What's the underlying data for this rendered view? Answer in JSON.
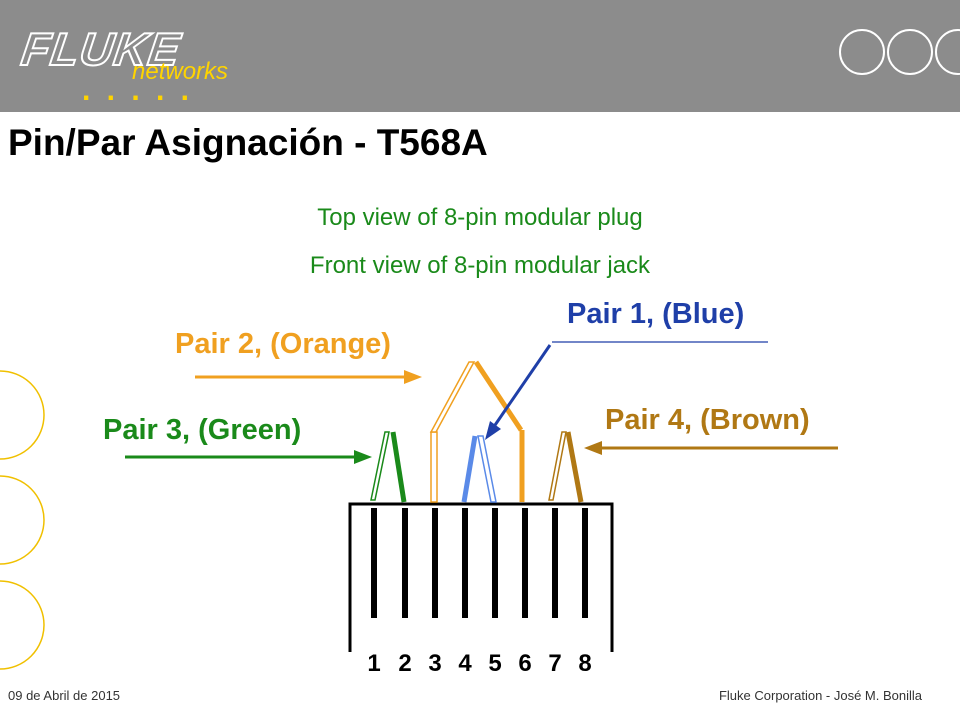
{
  "logo": {
    "brand": "FLUKE",
    "sub": "networks",
    "dots": ". . . . ."
  },
  "title": "Pin/Par Asignación - T568A",
  "subtitle1": "Top view of 8-pin modular plug",
  "subtitle2": "Front view of 8-pin modular jack",
  "pairs": {
    "pair1": {
      "label": "Pair 1, (Blue)",
      "color": "#1f3fa8"
    },
    "pair2": {
      "label": "Pair 2, (Orange)",
      "color": "#f0a020"
    },
    "pair3": {
      "label": "Pair 3, (Green)",
      "color": "#1a8a1a"
    },
    "pair4": {
      "label": "Pair 4, (Brown)",
      "color": "#b07814"
    }
  },
  "pins": [
    "1",
    "2",
    "3",
    "4",
    "5",
    "6",
    "7",
    "8"
  ],
  "footer": {
    "date": "09 de Abril de 2015",
    "author": "Fluke Corporation - José M. Bonilla"
  }
}
